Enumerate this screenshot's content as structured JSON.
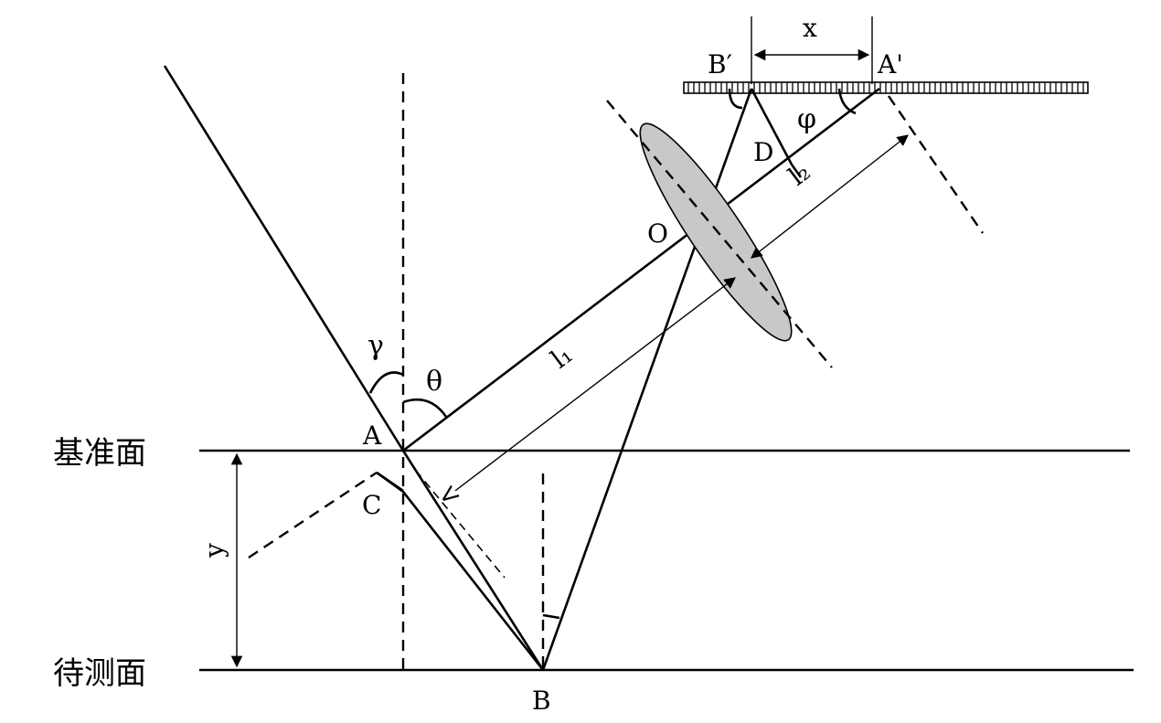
{
  "planes": {
    "reference": "基准面",
    "measured": "待测面"
  },
  "points": {
    "A": "A",
    "B": "B",
    "C": "C",
    "D": "D",
    "O": "O",
    "A_prime": "A'",
    "B_prime": "B′"
  },
  "angles": {
    "gamma": "γ",
    "theta": "θ",
    "phi": "φ"
  },
  "lengths": {
    "x": "x",
    "y": "y",
    "l1": "l₁",
    "l2": "l₂"
  },
  "colors": {
    "ink": "#000000",
    "lens_fill": "#c8c8c8",
    "background": "#ffffff"
  }
}
